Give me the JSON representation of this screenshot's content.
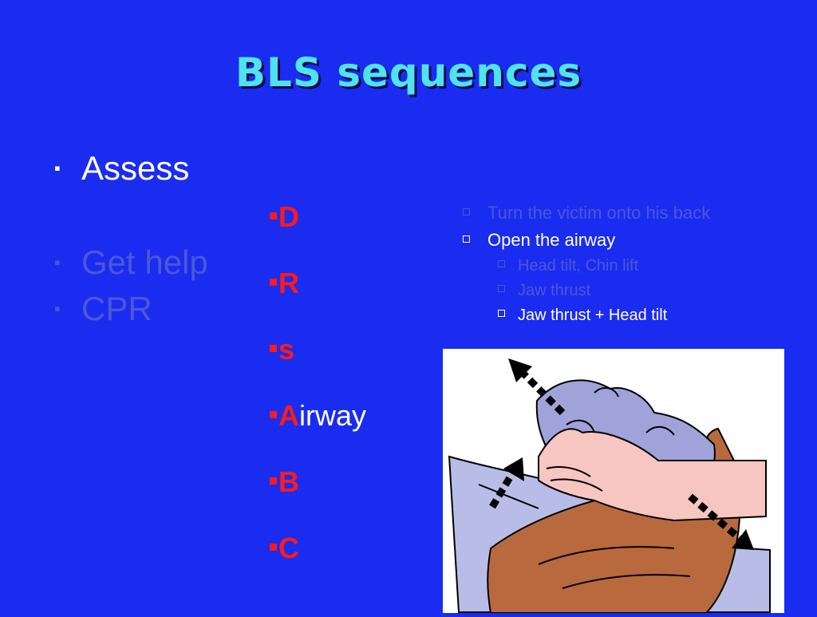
{
  "title": "BLS sequences",
  "left_list": [
    {
      "label": "Assess",
      "bullet": "▪",
      "state": "active"
    },
    {
      "label": "Get help",
      "bullet": "▪",
      "state": "dimmed"
    },
    {
      "label": "CPR",
      "bullet": "▪",
      "state": "dimmed"
    }
  ],
  "drs": [
    {
      "letter": "D",
      "rest": ""
    },
    {
      "letter": "R",
      "rest": ""
    },
    {
      "letter": "s",
      "rest": ""
    },
    {
      "letter": "A",
      "rest": "irway"
    },
    {
      "letter": "B",
      "rest": ""
    },
    {
      "letter": "C",
      "rest": ""
    }
  ],
  "steps": [
    {
      "text": "Turn the victim onto his back",
      "level": 1,
      "state": "dimmed"
    },
    {
      "text": "Open the airway",
      "level": 1,
      "state": "active"
    },
    {
      "text": "Head tilt, Chin lift",
      "level": 2,
      "state": "dimmed"
    },
    {
      "text": "Jaw thrust",
      "level": 2,
      "state": "dimmed"
    },
    {
      "text": "Jaw thrust  + Head tilt",
      "level": 2,
      "state": "active"
    }
  ],
  "colors": {
    "background": "#1a2cf0",
    "title": "#4fe3f0",
    "accent_red": "#ff1a1a",
    "dimmed_text": "#4a58d8",
    "active_text": "#ffffff"
  },
  "illustration": {
    "icon": "jaw-thrust-head-tilt-illustration"
  }
}
